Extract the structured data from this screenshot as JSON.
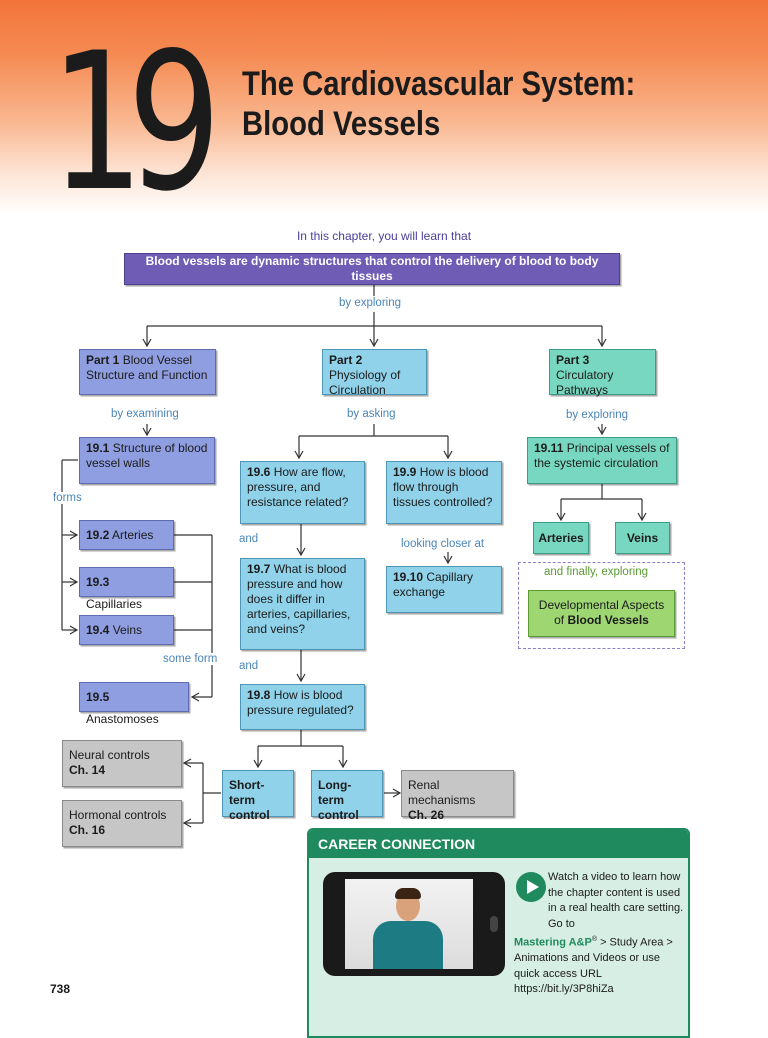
{
  "header": {
    "chapter_number": "19",
    "title_line1": "The Cardiovascular System:",
    "title_line2": "Blood Vessels"
  },
  "intro": "In this chapter, you will learn that",
  "main_statement": "Blood vessels are dynamic structures that control the delivery of blood to body tissues",
  "labels": {
    "by_exploring": "by exploring",
    "by_examining": "by examining",
    "by_asking": "by asking",
    "by_exploring_2": "by exploring",
    "forms": "forms",
    "some_form": "some form",
    "and_1": "and",
    "and_2": "and",
    "looking_closer_at": "looking closer at",
    "and_finally_exploring": "and finally, exploring"
  },
  "parts": [
    {
      "prefix": "Part 1",
      "text": "Blood Vessel Structure and Function"
    },
    {
      "prefix": "Part 2",
      "text": "Physiology of Circulation"
    },
    {
      "prefix": "Part 3",
      "text": "Circulatory Pathways"
    }
  ],
  "sections": {
    "s19_1": {
      "num": "19.1",
      "text": "Structure of blood vessel walls"
    },
    "s19_2": {
      "num": "19.2",
      "text": "Arteries"
    },
    "s19_3": {
      "num": "19.3",
      "text": "Capillaries"
    },
    "s19_4": {
      "num": "19.4",
      "text": "Veins"
    },
    "s19_5": {
      "num": "19.5",
      "text": "Anastomoses"
    },
    "s19_6": {
      "num": "19.6",
      "text": "How are flow, pressure, and resistance related?"
    },
    "s19_7": {
      "num": "19.7",
      "text": "What is blood pressure and how does it differ in arteries, capillaries, and veins?"
    },
    "s19_8": {
      "num": "19.8",
      "text": "How is blood pressure regulated?"
    },
    "s19_9": {
      "num": "19.9",
      "text": "How is blood flow through tissues controlled?"
    },
    "s19_10": {
      "num": "19.10",
      "text": "Capillary exchange"
    },
    "s19_11": {
      "num": "19.11",
      "text": "Principal vessels of the systemic circulation"
    }
  },
  "leaves": {
    "arteries": "Arteries",
    "veins": "Veins",
    "dev_line1": "Developmental Aspects",
    "dev_of": "of",
    "dev_bold": "Blood Vessels",
    "short_term": "Short-term control",
    "long_term": "Long-term control"
  },
  "controls": {
    "neural": {
      "text": "Neural controls",
      "ref": "Ch. 14"
    },
    "hormonal": {
      "text": "Hormonal controls",
      "ref": "Ch. 16"
    },
    "renal": {
      "text": "Renal mechanisms",
      "ref": "Ch. 26"
    }
  },
  "page_number": "738",
  "career": {
    "heading": "CAREER CONNECTION",
    "text1": "Watch a video to learn how the chapter content is used in a real health care setting. Go to",
    "link": "Mastering A&P",
    "reg": "®",
    "text2": "> Study Area > Animations and Videos or use quick access URL https://bit.ly/3P8hiZa"
  }
}
